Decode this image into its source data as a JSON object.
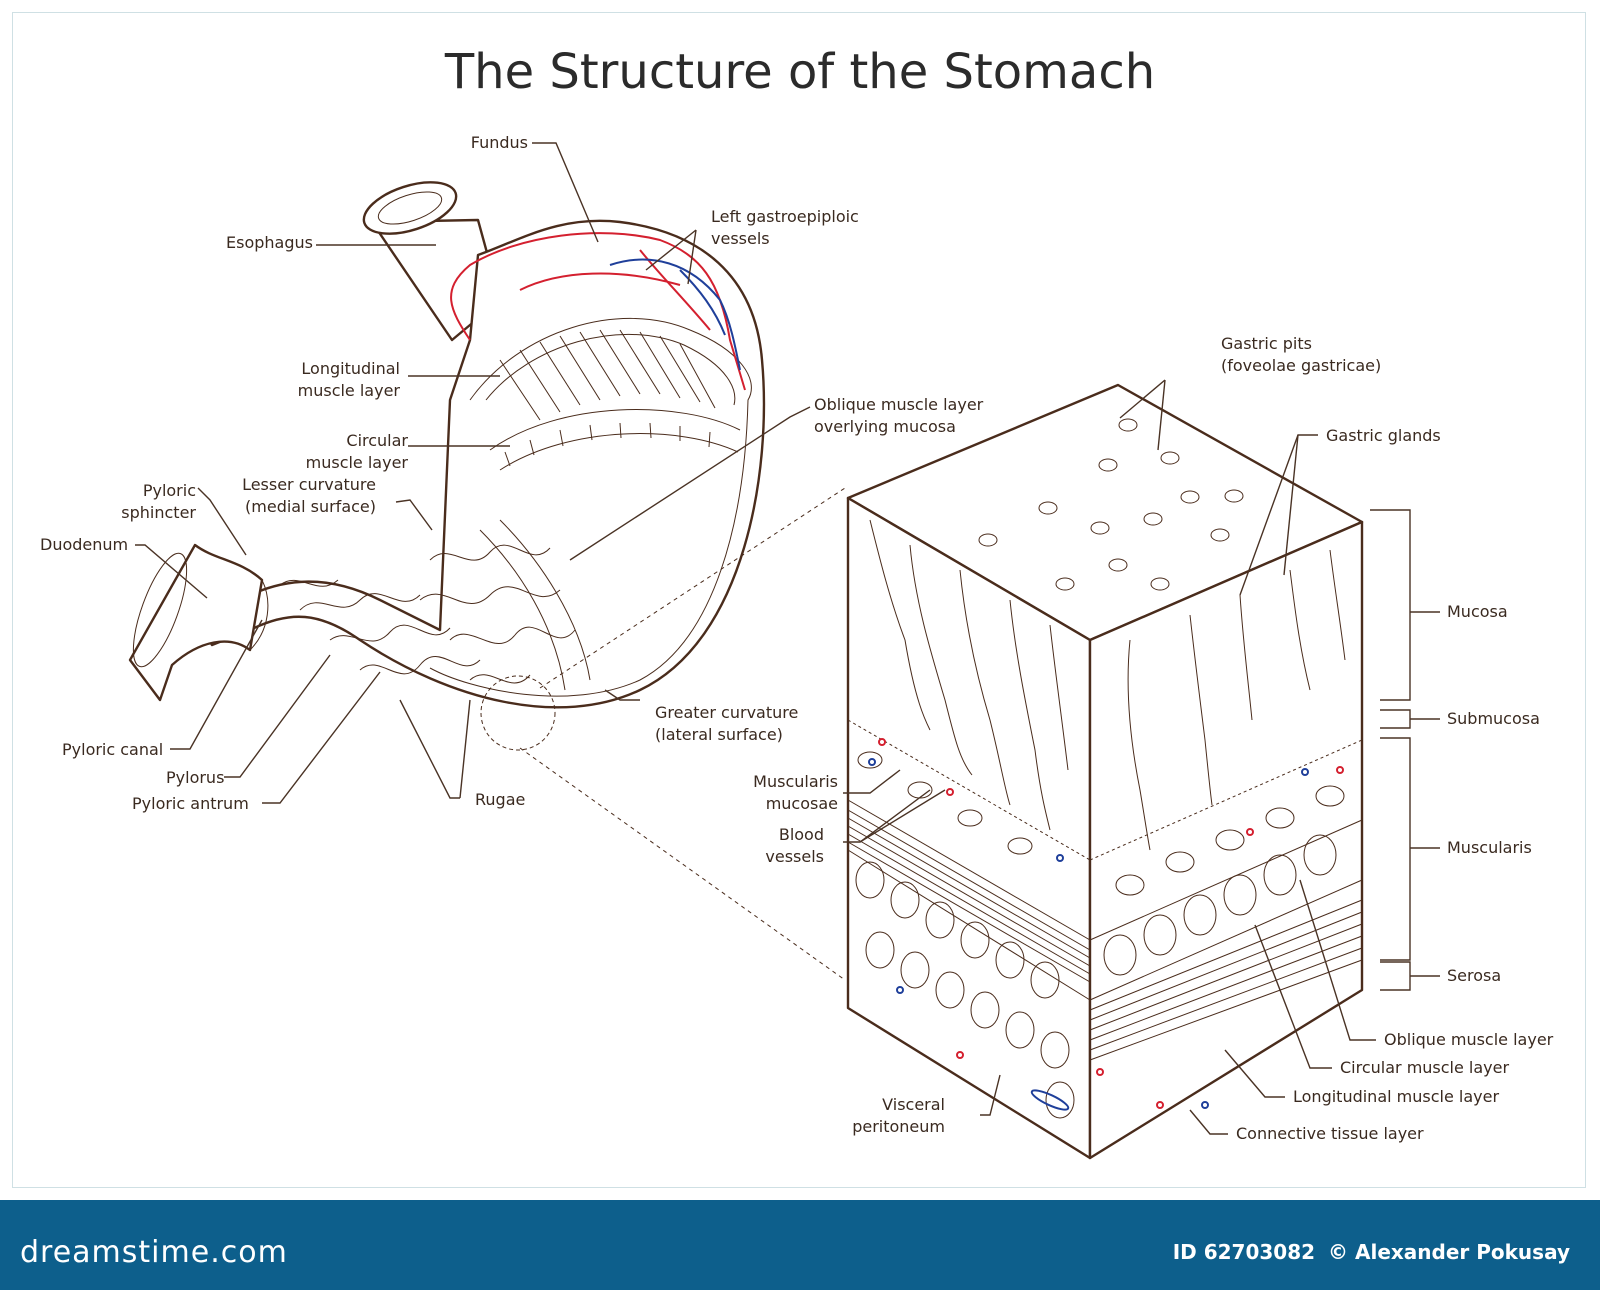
{
  "title": "The Structure of the Stomach",
  "labels": {
    "fundus": "Fundus",
    "left_gastroepiploic_1": "Left gastroepiploic",
    "left_gastroepiploic_2": "vessels",
    "esophagus": "Esophagus",
    "longitudinal_1": "Longitudinal",
    "longitudinal_2": "muscle layer",
    "circular_1": "Circular",
    "circular_2": "muscle layer",
    "oblique_overlying_1": "Oblique muscle layer",
    "oblique_overlying_2": "overlying mucosa",
    "pyloric_sphincter_1": "Pyloric",
    "pyloric_sphincter_2": "sphincter",
    "lesser_curvature_1": "Lesser curvature",
    "lesser_curvature_2": "(medial surface)",
    "duodenum": "Duodenum",
    "greater_curvature_1": "Greater curvature",
    "greater_curvature_2": "(lateral surface)",
    "pyloric_canal": "Pyloric canal",
    "pylorus": "Pylorus",
    "pyloric_antrum": "Pyloric antrum",
    "rugae": "Rugae",
    "gastric_pits_1": "Gastric pits",
    "gastric_pits_2": "(foveolae gastricae)",
    "gastric_glands": "Gastric glands",
    "mucosa": "Mucosa",
    "submucosa": "Submucosa",
    "muscularis_mucosae_1": "Muscularis",
    "muscularis_mucosae_2": "mucosae",
    "blood_vessels_1": "Blood",
    "blood_vessels_2": "vessels",
    "muscularis": "Muscularis",
    "serosa": "Serosa",
    "oblique_muscle_layer": "Oblique muscle layer",
    "circular_muscle_layer": "Circular muscle layer",
    "longitudinal_muscle_layer": "Longitudinal muscle layer",
    "connective_tissue_layer": "Connective tissue layer",
    "visceral_1": "Visceral",
    "visceral_2": "peritoneum"
  },
  "footer": {
    "brand": "dreamstime.com",
    "id": "ID 62703082",
    "copyright": "© Alexander Pokusay"
  },
  "colors": {
    "footer_bg": "#0d5f8c",
    "artery": "#d4202f",
    "vein": "#1f3f9a",
    "outline": "#4a2c1c"
  }
}
